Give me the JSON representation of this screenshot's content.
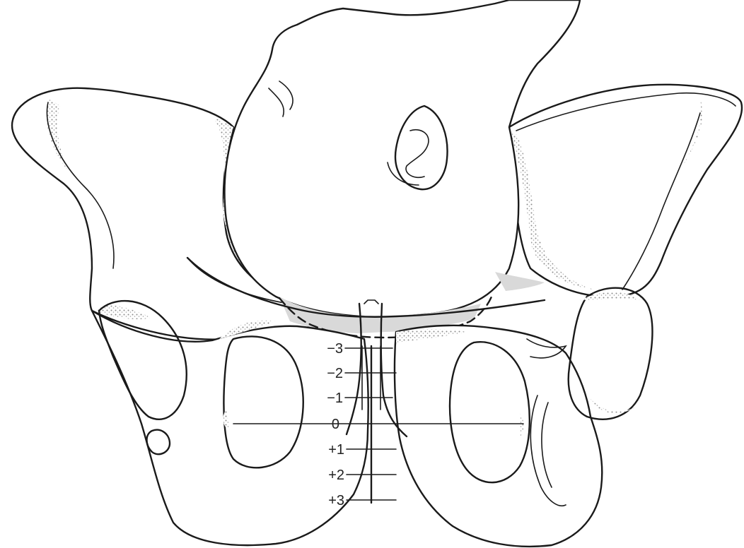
{
  "stations": {
    "minus3": "−3",
    "minus2": "−2",
    "minus1": "−1",
    "zero": "0",
    "plus1": "+1",
    "plus2": "+2",
    "plus3": "+3"
  }
}
